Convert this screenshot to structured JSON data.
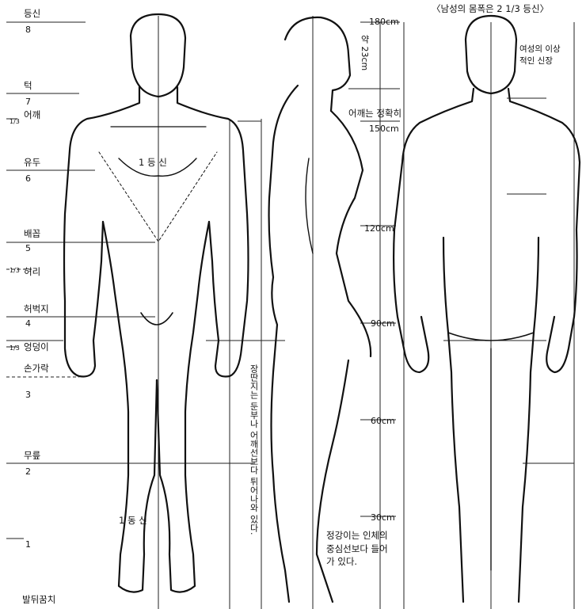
{
  "title": "〈남성의 몸폭은 2 1/3 등신〉",
  "head_units": [
    {
      "name": "등신",
      "num": "8"
    },
    {
      "name": "턱",
      "num": "7"
    },
    {
      "name": "어깨",
      "frac": "1/3"
    },
    {
      "name": "유두",
      "num": "6"
    },
    {
      "name": "배꼽",
      "num": "5"
    },
    {
      "name": "허리",
      "frac": "1/3"
    },
    {
      "name": "허벅지",
      "num": "4"
    },
    {
      "name": "엉덩이",
      "frac": "1/3"
    },
    {
      "name": "손가락",
      "num": "3"
    },
    {
      "name": "무릎",
      "num": "2"
    },
    {
      "name": "",
      "num": "1"
    },
    {
      "name": "발뒤꿈치"
    }
  ],
  "heights": [
    "180cm",
    "150cm",
    "120cm",
    "90cm",
    "60cm",
    "30cm"
  ],
  "notes": {
    "head_23cm": "약 23cm",
    "female_height": "여성의 이상\n적인 신장",
    "shoulder_precise": "어깨는 정확히",
    "one_head_chest": "1 등 신",
    "one_head_legs": "1 동 신",
    "vertical_note": "장딴지는 둔부나 어깨선보다 튀어나와 있다.",
    "center_of_gravity": "정강이는 인체의\n중심선보다 들어\n가 있다."
  }
}
